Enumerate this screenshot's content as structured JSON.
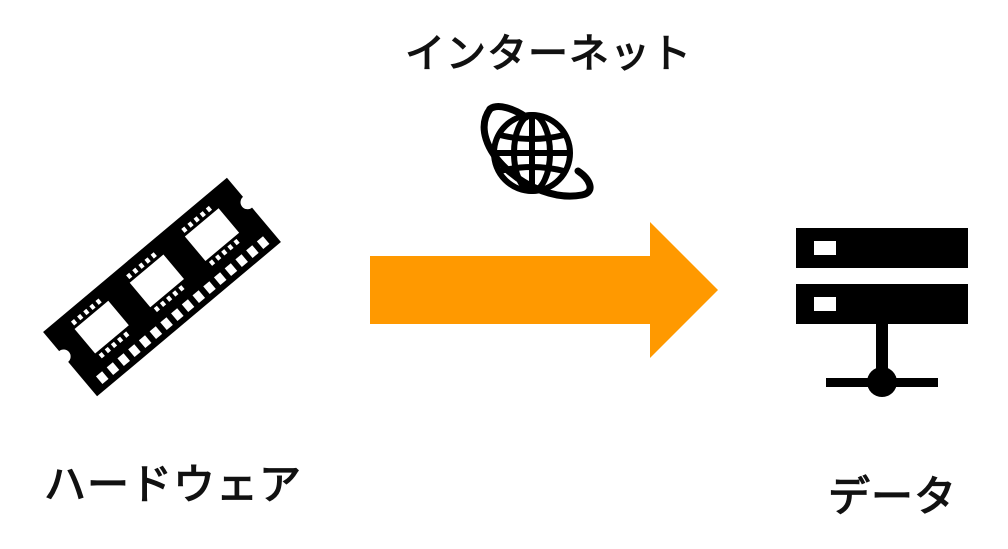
{
  "labels": {
    "internet": "インターネット",
    "hardware": "ハードウェア",
    "data": "データ"
  },
  "icons": {
    "globe": "globe-icon",
    "memory_module": "memory-module-icon",
    "server": "server-icon",
    "arrow": "arrow-right-icon"
  },
  "colors": {
    "arrow": "#FF9900",
    "icons": "#000000",
    "text": "#111111"
  }
}
